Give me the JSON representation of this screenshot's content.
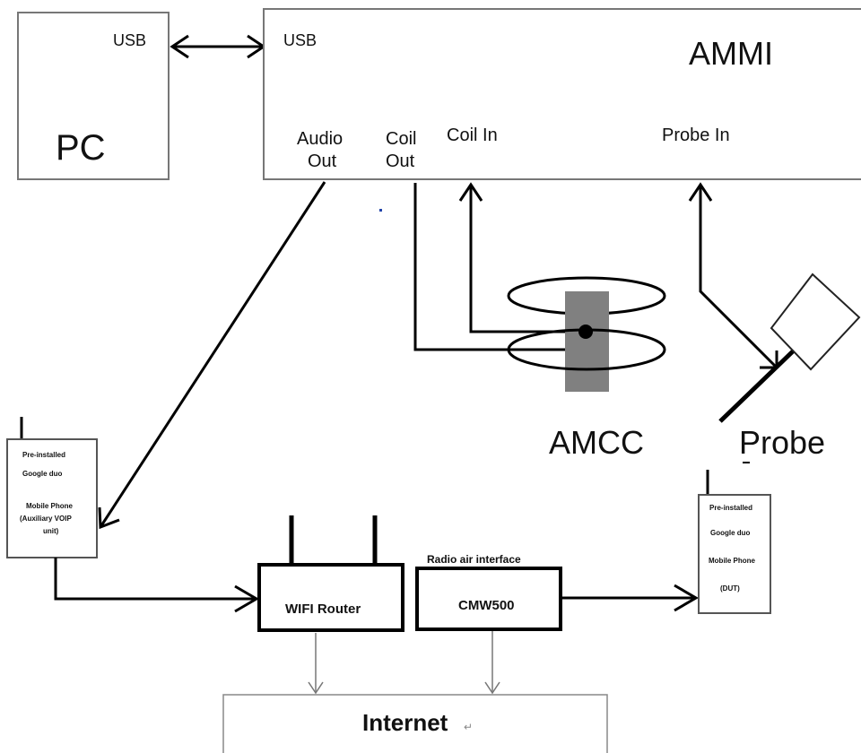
{
  "pc": {
    "usb": "USB",
    "name": "PC"
  },
  "ammi": {
    "usb": "USB",
    "name": "AMMI",
    "audio_out": [
      "Audio",
      "Out"
    ],
    "coil_out": [
      "Coil",
      "Out"
    ],
    "coil_in": "Coil In",
    "probe_in": "Probe In"
  },
  "amcc": {
    "label": "AMCC"
  },
  "probe": {
    "label": "Probe"
  },
  "aux_phone": {
    "line1": "Pre-installed",
    "line2": "Google duo",
    "line3": "Mobile Phone",
    "line4": "(Auxiliary VOIP",
    "line5": "unit)"
  },
  "dut_phone": {
    "line1": "Pre-installed",
    "line2": "Google duo",
    "line3": "Mobile Phone",
    "line4": "(DUT)"
  },
  "router": {
    "label": "WIFI Router"
  },
  "cmw": {
    "caption": "Radio air interface",
    "label": "CMW500"
  },
  "internet": {
    "label": "Internet",
    "mark": "↵"
  },
  "colors": {
    "line": "#000000",
    "coil_core": "#808080",
    "thin_arrow": "#777777"
  }
}
